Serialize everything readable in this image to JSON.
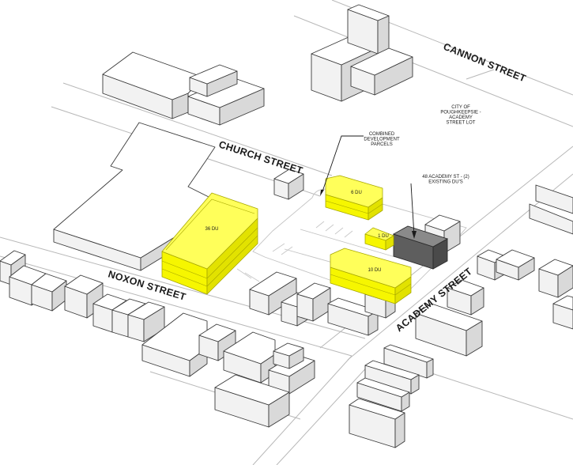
{
  "streets": {
    "cannon": "CANNON STREET",
    "church": "CHURCH STREET",
    "noxon": "NOXON STREET",
    "academy": "ACADEMY STREET"
  },
  "annotations": {
    "city_lot": [
      "CITY OF",
      "POUGHKEEPSIE -",
      "ACADEMY",
      "STREET LOT"
    ],
    "combined_parcels": [
      "COMBINED",
      "DEVELOPMENT",
      "PARCELS"
    ],
    "existing": [
      "48 ACADEMY ST - (2)",
      "EXISTING DU'S"
    ]
  },
  "units": {
    "large": "36 DU",
    "north": "6 DU",
    "small": "1 DU",
    "south": "10 DU"
  },
  "colors": {
    "proposed": "#ffff00",
    "existing_building": "#5e5e5e",
    "context_building": "#ffffff"
  }
}
